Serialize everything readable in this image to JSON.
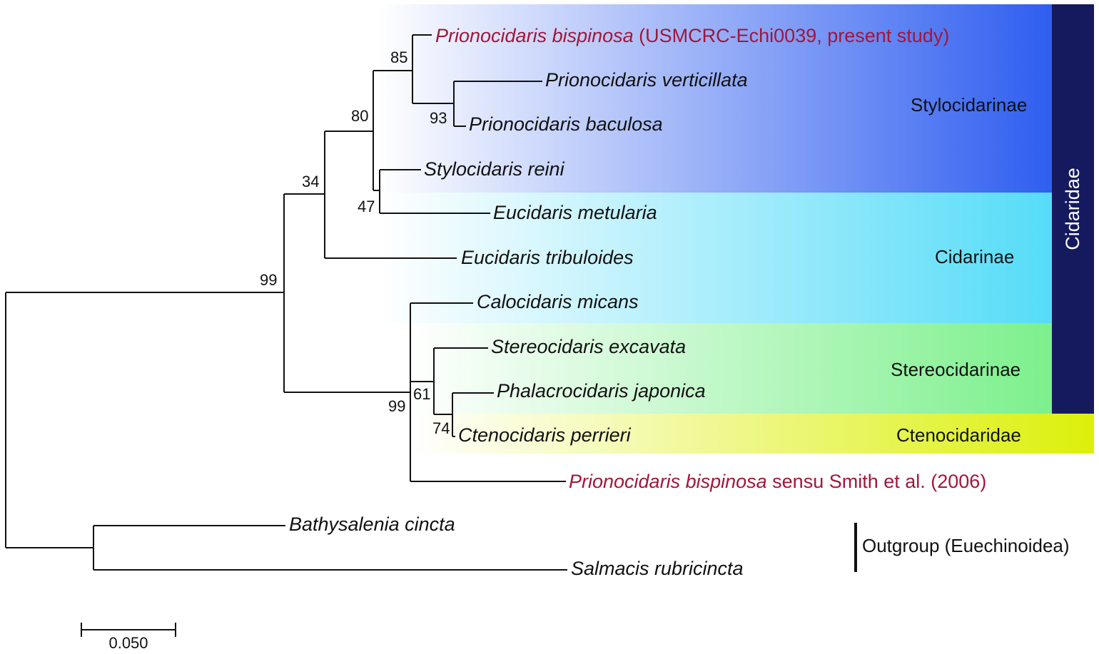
{
  "colors": {
    "stylocidarinae": "#2f5ef0",
    "cidarinae": "#55dcf8",
    "stereocidarinae": "#7cf08c",
    "ctenocidaridae": "#dcf00a",
    "cidaridae_bar": "#15195e",
    "highlight_taxon": "#a3163a"
  },
  "taxa": [
    {
      "genus_species": "Prionocidaris bispinosa",
      "suffix": " (USMCRC-Echi0039, present study)",
      "highlight": true
    },
    {
      "genus_species": "Prionocidaris verticillata",
      "suffix": "",
      "highlight": false
    },
    {
      "genus_species": "Prionocidaris baculosa",
      "suffix": "",
      "highlight": false
    },
    {
      "genus_species": "Stylocidaris reini",
      "suffix": "",
      "highlight": false
    },
    {
      "genus_species": "Eucidaris metularia",
      "suffix": "",
      "highlight": false
    },
    {
      "genus_species": "Eucidaris tribuloides",
      "suffix": "",
      "highlight": false
    },
    {
      "genus_species": "Calocidaris micans",
      "suffix": "",
      "highlight": false
    },
    {
      "genus_species": "Stereocidaris excavata",
      "suffix": "",
      "highlight": false
    },
    {
      "genus_species": "Phalacrocidaris japonica",
      "suffix": "",
      "highlight": false
    },
    {
      "genus_species": "Ctenocidaris perrieri",
      "suffix": "",
      "highlight": false
    },
    {
      "genus_species": "Prionocidaris bispinosa",
      "suffix": " sensu Smith et al. (2006)",
      "highlight": true
    },
    {
      "genus_species": "Bathysalenia cincta",
      "suffix": "",
      "highlight": false
    },
    {
      "genus_species": "Salmacis rubricincta",
      "suffix": "",
      "highlight": false
    }
  ],
  "bootstrap": [
    "85",
    "93",
    "80",
    "47",
    "34",
    "99",
    "99",
    "61",
    "74"
  ],
  "clades": {
    "stylocidarinae": "Stylocidarinae",
    "cidarinae": "Cidarinae",
    "stereocidarinae": "Stereocidarinae",
    "ctenocidaridae": "Ctenocidaridae",
    "cidaridae": "Cidaridae",
    "outgroup": "Outgroup (Euechinoidea)"
  },
  "scale_bar": {
    "label": "0.050",
    "length": 0.05
  }
}
